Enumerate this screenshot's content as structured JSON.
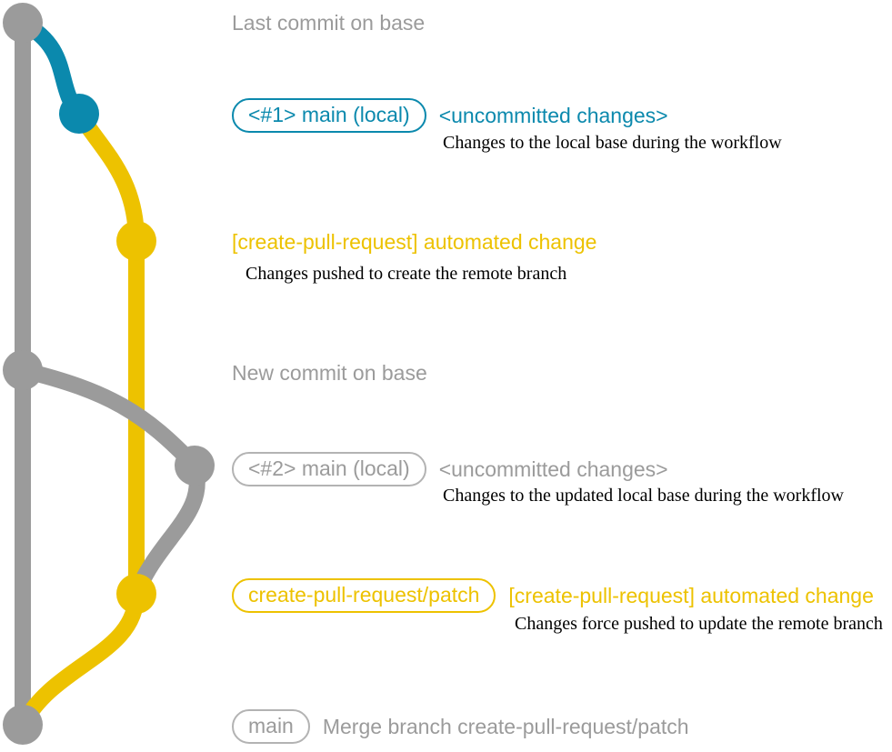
{
  "diagram": {
    "title": "git branch workflow diagram",
    "colors": {
      "base": "#9b9b9b",
      "local": "#0b89ad",
      "patch": "#edc200",
      "background": "#ffffff",
      "body_text": "#000000"
    }
  },
  "rows": [
    {
      "id": "last-commit-on-base",
      "badge": null,
      "subject": "Last commit on base",
      "subject_color": "gray",
      "description": null
    },
    {
      "id": "local-main-1",
      "badge": "<#1> main (local)",
      "badge_color": "blue",
      "subject": "<uncommitted changes>",
      "subject_color": "blue",
      "description": "Changes to the local base during the workflow"
    },
    {
      "id": "create-pull-request-automated-change-1",
      "badge": null,
      "subject": "[create-pull-request] automated change",
      "subject_color": "yellow",
      "description": "Changes pushed to create the remote branch"
    },
    {
      "id": "new-commit-on-base",
      "badge": null,
      "subject": "New commit on base",
      "subject_color": "gray",
      "description": null
    },
    {
      "id": "local-main-2",
      "badge": "<#2> main (local)",
      "badge_color": "gray",
      "subject": "<uncommitted changes>",
      "subject_color": "gray",
      "description": "Changes to the updated local base during the workflow"
    },
    {
      "id": "create-pull-request-patch",
      "badge": "create-pull-request/patch",
      "badge_color": "yellow",
      "subject": "[create-pull-request] automated change",
      "subject_color": "yellow",
      "description": "Changes force pushed to update the remote branch"
    },
    {
      "id": "main-merge",
      "badge": "main",
      "badge_color": "gray",
      "subject": "Merge branch create-pull-request/patch",
      "subject_color": "gray",
      "description": null
    }
  ]
}
